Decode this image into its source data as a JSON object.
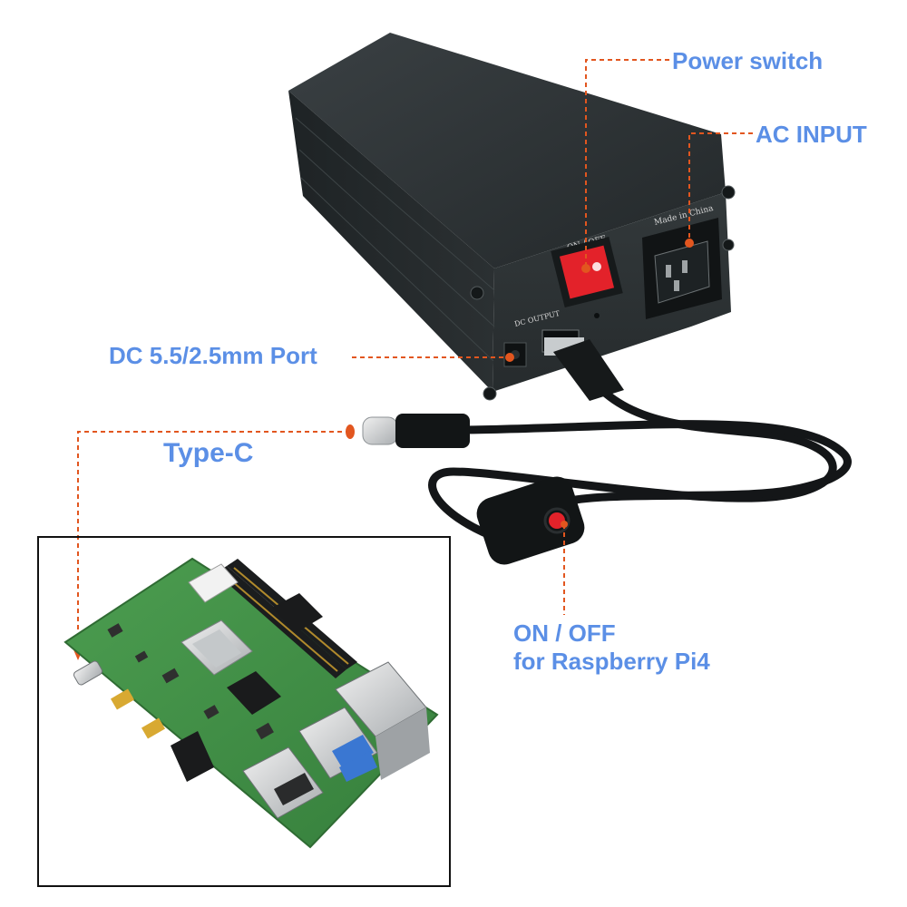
{
  "callouts": {
    "power_switch": "Power switch",
    "ac_input": "AC INPUT",
    "dc_port": "DC 5.5/2.5mm Port",
    "type_c": "Type-C",
    "on_off_line1": "ON / OFF",
    "on_off_line2": "for Raspberry Pi4"
  },
  "device_markings": {
    "switch_label": "ON / OFF",
    "made_in": "Made in China",
    "dc_output": "DC OUTPUT"
  },
  "colors": {
    "callout_text": "#5b8fe6",
    "leader_line": "#e2561f",
    "case_body": "#2c3133",
    "rocker_switch": "#e3222a",
    "pcb_green": "#3f8f45"
  }
}
